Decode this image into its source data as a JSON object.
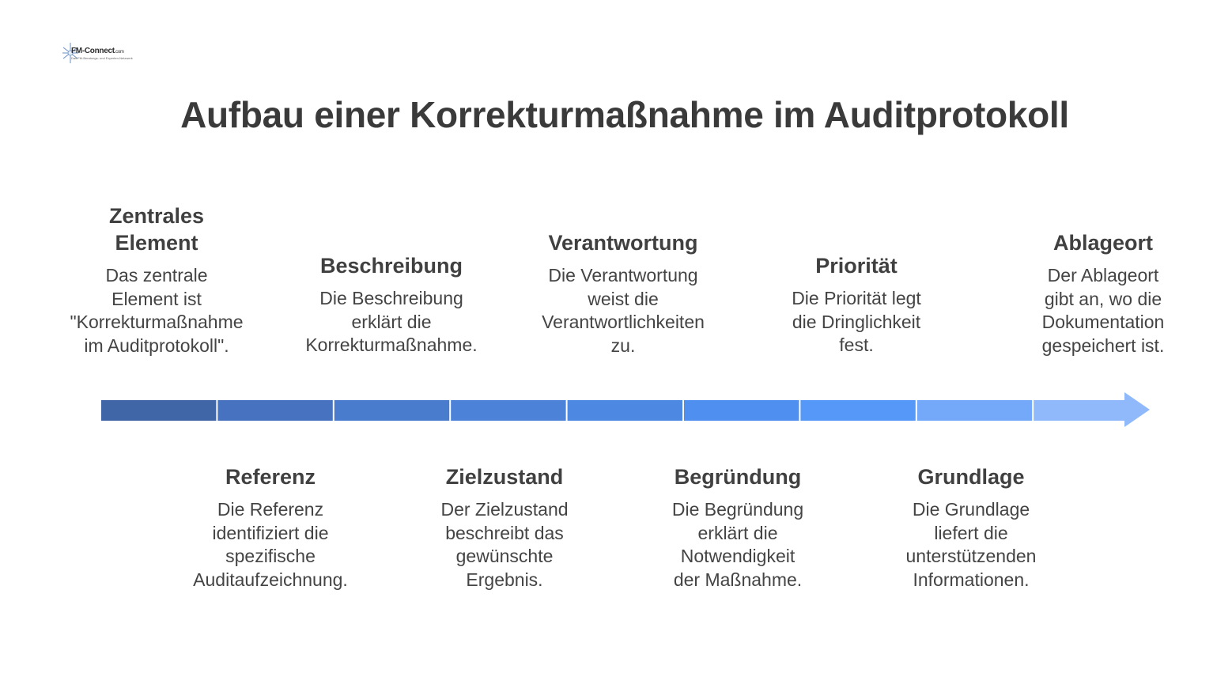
{
  "logo": {
    "name": "FM-Connect",
    "suffix": ".com",
    "tagline": "Das FM-Beratungs- und Experten-Netzwerk"
  },
  "title": "Aufbau einer Korrekturmaßnahme im Auditprotokoll",
  "colors": {
    "segments": [
      "#4166a8",
      "#4772bf",
      "#4a7ccd",
      "#4c82d8",
      "#4d89e3",
      "#4f8ff0",
      "#5598f7",
      "#73a9f8",
      "#8fb9fa"
    ]
  },
  "top_items": [
    {
      "heading_lines": [
        "Zentrales",
        "Element"
      ],
      "text_lines": [
        "Das zentrale",
        "Element ist",
        "\"Korrekturmaßnahme",
        "im Auditprotokoll\"."
      ]
    },
    {
      "heading_lines": [
        "Beschreibung"
      ],
      "text_lines": [
        "Die Beschreibung",
        "erklärt die",
        "Korrekturmaßnahme."
      ]
    },
    {
      "heading_lines": [
        "Verantwortung"
      ],
      "text_lines": [
        "Die Verantwortung",
        "weist die",
        "Verantwortlichkeiten",
        "zu."
      ]
    },
    {
      "heading_lines": [
        "Priorität"
      ],
      "text_lines": [
        "Die Priorität legt",
        "die Dringlichkeit",
        "fest."
      ]
    },
    {
      "heading_lines": [
        "Ablageort"
      ],
      "text_lines": [
        "Der Ablageort",
        "gibt an, wo die",
        "Dokumentation",
        "gespeichert ist."
      ]
    }
  ],
  "bottom_items": [
    {
      "heading_lines": [
        "Referenz"
      ],
      "text_lines": [
        "Die Referenz",
        "identifiziert die",
        "spezifische",
        "Auditaufzeichnung."
      ]
    },
    {
      "heading_lines": [
        "Zielzustand"
      ],
      "text_lines": [
        "Der Zielzustand",
        "beschreibt das",
        "gewünschte",
        "Ergebnis."
      ]
    },
    {
      "heading_lines": [
        "Begründung"
      ],
      "text_lines": [
        "Die Begründung",
        "erklärt die",
        "Notwendigkeit",
        "der Maßnahme."
      ]
    },
    {
      "heading_lines": [
        "Grundlage"
      ],
      "text_lines": [
        "Die Grundlage",
        "liefert die",
        "unterstützenden",
        "Informationen."
      ]
    }
  ]
}
